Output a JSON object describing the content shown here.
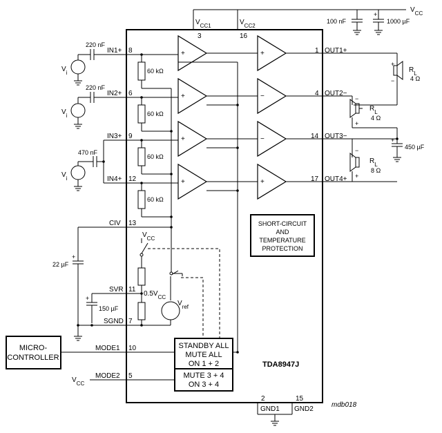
{
  "chip": {
    "name": "TDA8947J",
    "figure_id": "mdb018"
  },
  "supply": {
    "vcc": "V",
    "vcc_sub": "CC"
  },
  "pins": {
    "vcc1": "V",
    "vcc1_sub": "CC1",
    "vcc1_num": "3",
    "vcc2": "V",
    "vcc2_sub": "CC2",
    "vcc2_num": "16",
    "in1": "IN1+",
    "in1_num": "8",
    "in2": "IN2+",
    "in2_num": "6",
    "in3": "IN3+",
    "in3_num": "9",
    "in4": "IN4+",
    "in4_num": "12",
    "civ": "CIV",
    "civ_num": "13",
    "svr": "SVR",
    "svr_num": "11",
    "sgnd": "SGND",
    "sgnd_num": "7",
    "mode1": "MODE1",
    "mode1_num": "10",
    "mode2": "MODE2",
    "mode2_num": "5",
    "out1": "OUT1+",
    "out1_num": "1",
    "out2": "OUT2−",
    "out2_num": "4",
    "out3": "OUT3−",
    "out3_num": "14",
    "out4": "OUT4+",
    "out4_num": "17",
    "gnd1": "GND1",
    "gnd1_num": "2",
    "gnd2": "GND2",
    "gnd2_num": "15"
  },
  "components": {
    "cap_100n": "100 nF",
    "cap_1000u": "1000 µF",
    "cap_220n_a": "220 nF",
    "cap_220n_b": "220 nF",
    "cap_470n": "470 nF",
    "cap_22u": "22 µF",
    "cap_150u": "150 µF",
    "cap_450u": "450 µF",
    "res_60k": "60 kΩ",
    "rl": "R",
    "rl_sub": "L",
    "rl1_val": "4 Ω",
    "rl2_val": "4 Ω",
    "rl3_val": "8 Ω",
    "vi": "V",
    "vi_sub": "i",
    "vref": "V",
    "vref_sub": "ref",
    "half_vcc": "0.5V",
    "half_vcc_sub": "CC"
  },
  "blocks": {
    "protection": [
      "SHORT-CIRCUIT",
      "AND",
      "TEMPERATURE",
      "PROTECTION"
    ],
    "standby": [
      "STANDBY ALL",
      "MUTE ALL",
      "ON 1 + 2"
    ],
    "mute34": [
      "MUTE 3 + 4",
      "ON 3 + 4"
    ],
    "micro": [
      "MICRO-",
      "CONTROLLER"
    ]
  },
  "symbols": {
    "plus": "+",
    "minus": "−"
  }
}
